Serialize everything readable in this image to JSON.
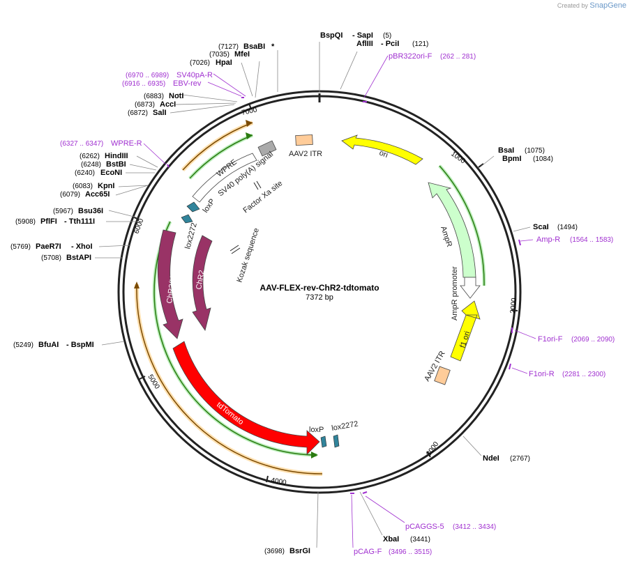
{
  "watermark": {
    "prefix": "Created by",
    "brand": "SnapGene"
  },
  "plasmid": {
    "name": "AAV-FLEX-rev-ChR2-tdtomato",
    "length": "7372 bp"
  },
  "ticks": [
    "1000",
    "2000",
    "3000",
    "4000",
    "5000",
    "6000",
    "7000"
  ],
  "sites": [
    {
      "name": "BsaBI",
      "suffix": "*",
      "pos": "(7127)"
    },
    {
      "name": "MfeI",
      "pos": "(7035)"
    },
    {
      "name": "HpaI",
      "pos": "(7026)"
    },
    {
      "name": "NotI",
      "pos": "(6883)"
    },
    {
      "name": "AccI",
      "pos": "(6873)"
    },
    {
      "name": "SalI",
      "pos": "(6872)"
    },
    {
      "name": "HindIII",
      "pos": "(6262)"
    },
    {
      "name": "BstBI",
      "pos": "(6248)"
    },
    {
      "name": "EcoNI",
      "pos": "(6240)"
    },
    {
      "name": "KpnI",
      "pos": "(6083)"
    },
    {
      "name": "Acc65I",
      "pos": "(6079)"
    },
    {
      "name": "Bsu36I",
      "pos": "(5967)"
    },
    {
      "name": "PflFI",
      "name2": "- Tth111I",
      "pos": "(5908)"
    },
    {
      "name": "PaeR7I",
      "name2": "- XhoI",
      "pos": "(5769)"
    },
    {
      "name": "BstAPI",
      "pos": "(5708)"
    },
    {
      "name": "BfuAI",
      "name2": "- BspMI",
      "pos": "(5249)"
    },
    {
      "name": "BsrGI",
      "pos": "(3698)"
    },
    {
      "name": "XbaI",
      "pos": "(3441)"
    },
    {
      "name": "NdeI",
      "pos": "(2767)"
    },
    {
      "name": "ScaI",
      "pos": "(1494)"
    },
    {
      "name": "BsaI",
      "pos": "(1075)"
    },
    {
      "name": "BpmI",
      "pos": "(1084)"
    },
    {
      "name": "BspQI",
      "name2": "- SapI",
      "pos": "(5)"
    },
    {
      "name": "AflIII",
      "name2": "- PciI",
      "pos": "(121)"
    }
  ],
  "primers": [
    {
      "name": "pBR322ori-F",
      "range": "(262 .. 281)"
    },
    {
      "name": "SV40pA-R",
      "range": "(6970 .. 6989)"
    },
    {
      "name": "EBV-rev",
      "range": "(6916 .. 6935)"
    },
    {
      "name": "WPRE-R",
      "range": "(6327 .. 6347)"
    },
    {
      "name": "Amp-R",
      "range": "(1564 .. 1583)"
    },
    {
      "name": "F1ori-F",
      "range": "(2069 .. 2090)"
    },
    {
      "name": "F1ori-R",
      "range": "(2281 .. 2300)"
    },
    {
      "name": "pCAGGS-5",
      "range": "(3412 .. 3434)"
    },
    {
      "name": "pCAG-F",
      "range": "(3496 .. 3515)"
    }
  ],
  "features": {
    "aav2_itr_top": "AAV2 ITR",
    "aav2_itr_bottom": "AAV2 ITR",
    "ori": "ori",
    "ampr": "AmpR",
    "ampr_promoter": "AmpR promoter",
    "f1_ori": "f1 ori",
    "wpre": "WPRE",
    "sv40": "SV40 poly(A) signal",
    "factor_xa": "Factor Xa site",
    "loxp_top": "loxP",
    "lox2272_top": "lox2272",
    "kozak": "Kozak sequence",
    "chr2_h134r": "ChR2(H134R)",
    "chr2": "ChR2",
    "tdtomato": "tdTomato",
    "loxp_bottom": "loxP",
    "lox2272_bottom": "lox2272"
  },
  "colors": {
    "backbone": "#222222",
    "ori": "#ffff00",
    "ampr": "#ccffcc",
    "itr": "#ffcc99",
    "chr2": "#993366",
    "tdtomato": "#ff0000",
    "lox": "#31849b",
    "primer": "#a030d0"
  }
}
